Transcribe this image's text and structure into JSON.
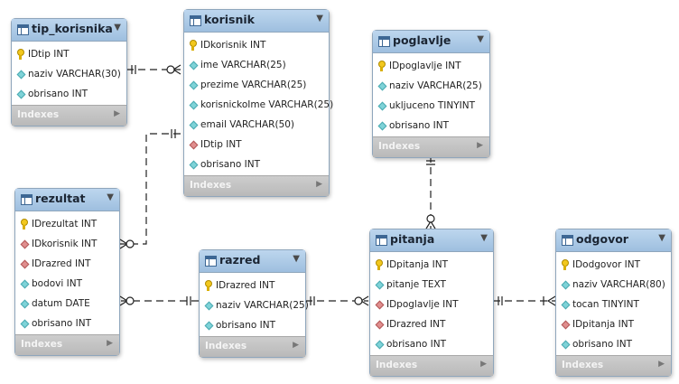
{
  "diagram": {
    "indexes_label": "Indexes",
    "tables": [
      {
        "id": "tip_korisnika",
        "title": "tip_korisnika",
        "columns": [
          {
            "key": "pk",
            "text": "IDtip INT"
          },
          {
            "key": "attr",
            "text": "naziv VARCHAR(30)"
          },
          {
            "key": "attr",
            "text": "obrisano INT"
          }
        ]
      },
      {
        "id": "korisnik",
        "title": "korisnik",
        "columns": [
          {
            "key": "pk",
            "text": "IDkorisnik INT"
          },
          {
            "key": "attr",
            "text": "ime VARCHAR(25)"
          },
          {
            "key": "attr",
            "text": "prezime VARCHAR(25)"
          },
          {
            "key": "attr",
            "text": "korisnickoIme VARCHAR(25)"
          },
          {
            "key": "attr",
            "text": "email VARCHAR(50)"
          },
          {
            "key": "fk",
            "text": "IDtip INT"
          },
          {
            "key": "attr",
            "text": "obrisano INT"
          }
        ]
      },
      {
        "id": "poglavlje",
        "title": "poglavlje",
        "columns": [
          {
            "key": "pk",
            "text": "IDpoglavlje INT"
          },
          {
            "key": "attr",
            "text": "naziv VARCHAR(25)"
          },
          {
            "key": "attr",
            "text": "ukljuceno TINYINT"
          },
          {
            "key": "attr",
            "text": "obrisano INT"
          }
        ]
      },
      {
        "id": "rezultat",
        "title": "rezultat",
        "columns": [
          {
            "key": "pk",
            "text": "IDrezultat INT"
          },
          {
            "key": "fk",
            "text": "IDkorisnik INT"
          },
          {
            "key": "fk",
            "text": "IDrazred INT"
          },
          {
            "key": "attr",
            "text": "bodovi INT"
          },
          {
            "key": "attr",
            "text": "datum DATE"
          },
          {
            "key": "attr",
            "text": "obrisano INT"
          }
        ]
      },
      {
        "id": "razred",
        "title": "razred",
        "columns": [
          {
            "key": "pk",
            "text": "IDrazred INT"
          },
          {
            "key": "attr",
            "text": "naziv VARCHAR(25)"
          },
          {
            "key": "attr",
            "text": "obrisano INT"
          }
        ]
      },
      {
        "id": "pitanja",
        "title": "pitanja",
        "columns": [
          {
            "key": "pk",
            "text": "IDpitanja INT"
          },
          {
            "key": "attr",
            "text": "pitanje TEXT"
          },
          {
            "key": "fk",
            "text": "IDpoglavlje INT"
          },
          {
            "key": "fk",
            "text": "IDrazred INT"
          },
          {
            "key": "attr",
            "text": "obrisano INT"
          }
        ]
      },
      {
        "id": "odgovor",
        "title": "odgovor",
        "columns": [
          {
            "key": "pk",
            "text": "IDodgovor INT"
          },
          {
            "key": "attr",
            "text": "naziv VARCHAR(80)"
          },
          {
            "key": "attr",
            "text": "tocan TINYINT"
          },
          {
            "key": "fk",
            "text": "IDpitanja INT"
          },
          {
            "key": "attr",
            "text": "obrisano INT"
          }
        ]
      }
    ]
  }
}
